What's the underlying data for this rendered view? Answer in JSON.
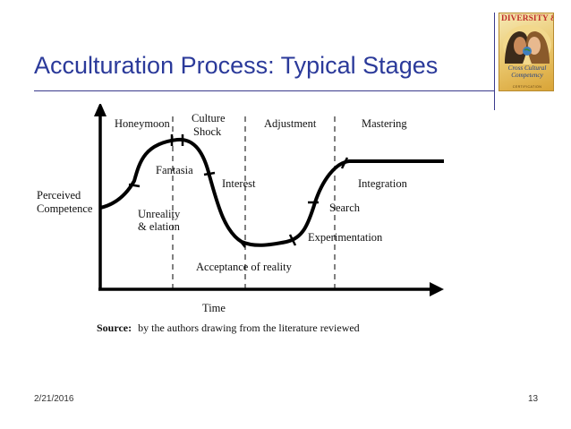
{
  "slide": {
    "title": "Acculturation Process: Typical Stages",
    "date": "2/21/2016",
    "page_number": "13"
  },
  "logo": {
    "top_text": "DIVERSITY &",
    "line1": "Cross Cultural",
    "line2": "Competency",
    "bottom_text": "CERTIFICATION"
  },
  "diagram": {
    "y_axis_label_line1": "Perceived",
    "y_axis_label_line2": "Competence",
    "x_axis_label": "Time",
    "phases": {
      "honeymoon": "Honeymoon",
      "culture_shock_line1": "Culture",
      "culture_shock_line2": "Shock",
      "adjustment": "Adjustment",
      "mastering": "Mastering"
    },
    "stages": {
      "fantasia": "Fantasia",
      "unreality_line1": "Unreality",
      "unreality_line2": "& elation",
      "interest": "Interest",
      "acceptance": "Acceptance of reality",
      "experimentation": "Experimentation",
      "search": "Search",
      "integration": "Integration"
    },
    "source_label": "Source:",
    "source_text": "by the authors drawing from the literature reviewed"
  }
}
